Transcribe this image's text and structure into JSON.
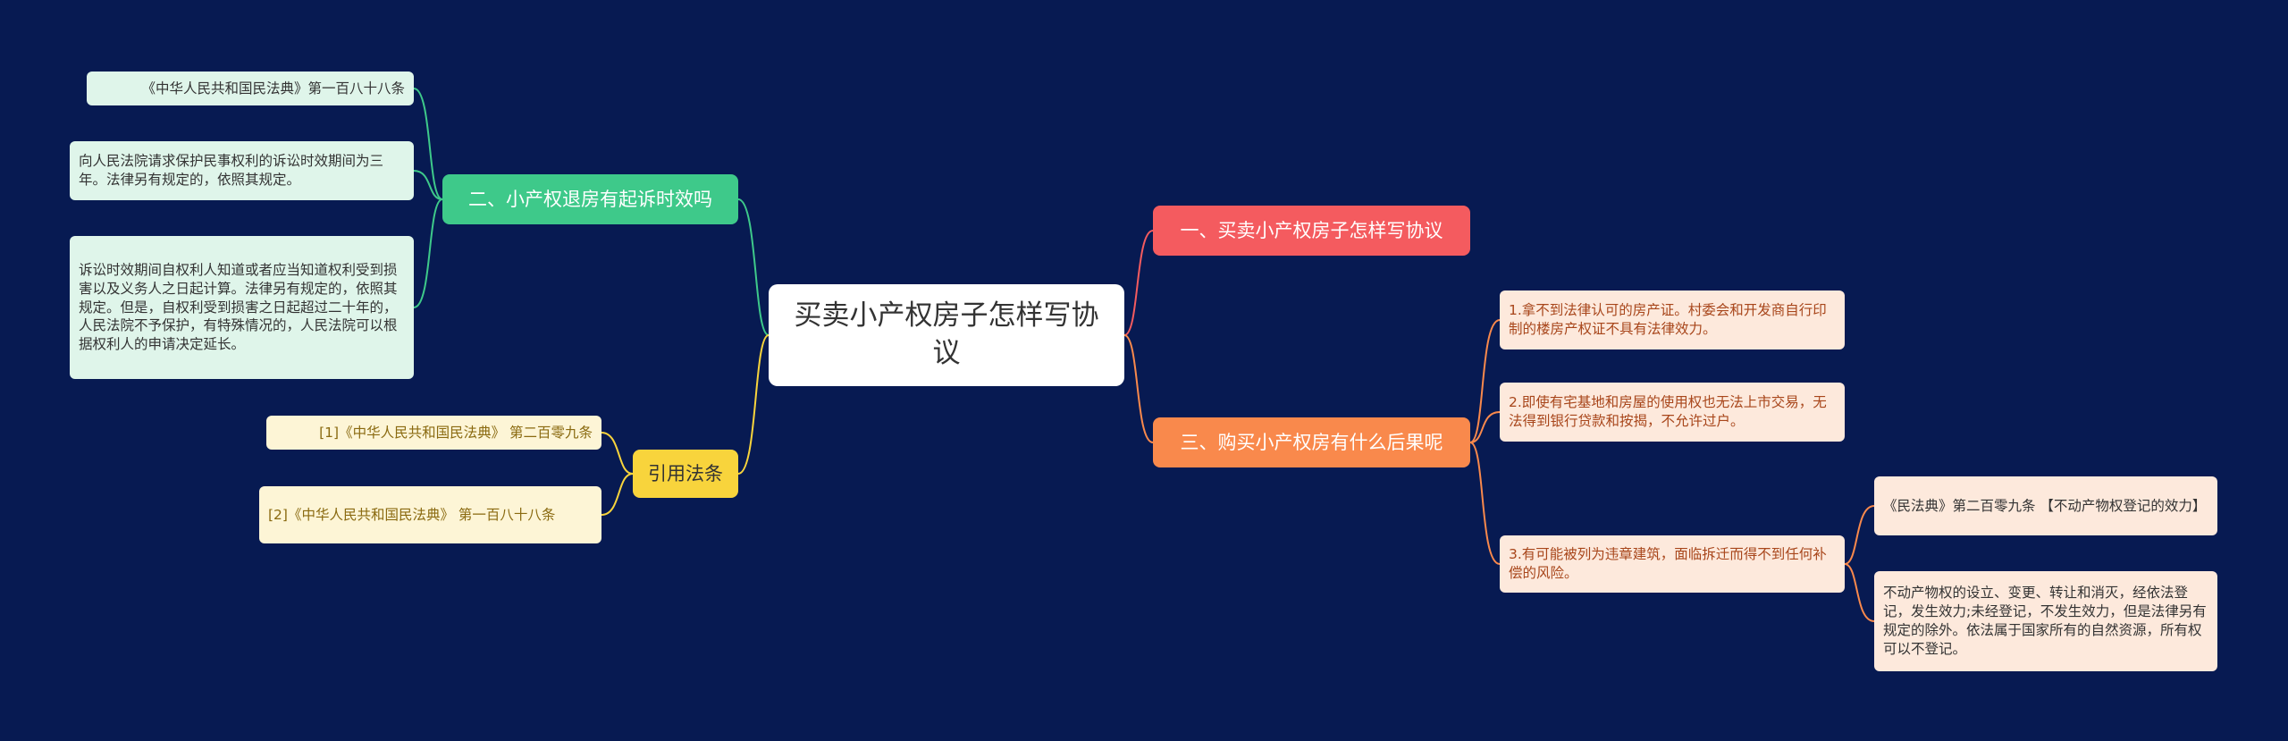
{
  "root": {
    "label": "买卖小产权房子怎样写协议"
  },
  "branches": {
    "agreement": {
      "label": "一、买卖小产权房子怎样写协议"
    },
    "consequences": {
      "label": "三、购买小产权房有什么后果呢",
      "items": [
        "1.拿不到法律认可的房产证。村委会和开发商自行印制的楼房产权证不具有法律效力。",
        "2.即使有宅基地和房屋的使用权也无法上市交易，无法得到银行贷款和按揭，不允许过户。",
        "3.有可能被列为违章建筑，面临拆迁而得不到任何补偿的风险。"
      ],
      "sub_items": [
        "《民法典》第二百零九条 【不动产物权登记的效力】",
        "不动产物权的设立、变更、转让和消灭，经依法登记，发生效力;未经登记，不发生效力，但是法律另有规定的除外。依法属于国家所有的自然资源，所有权可以不登记。"
      ]
    },
    "limitation": {
      "label": "二、小产权退房有起诉时效吗",
      "items": [
        "《中华人民共和国民法典》第一百八十八条",
        "向人民法院请求保护民事权利的诉讼时效期间为三年。法律另有规定的，依照其规定。",
        "诉讼时效期间自权利人知道或者应当知道权利受到损害以及义务人之日起计算。法律另有规定的，依照其规定。但是，自权利受到损害之日起超过二十年的，人民法院不予保护，有特殊情况的，人民法院可以根据权利人的申请决定延长。"
      ]
    },
    "citations": {
      "label": "引用法条",
      "items": [
        "[1]《中华人民共和国民法典》 第二百零九条",
        "[2]《中华人民共和国民法典》 第一百八十八条"
      ]
    }
  },
  "colors": {
    "background": "#071a52",
    "root": "#ffffff",
    "agreement": "#f45b5f",
    "consequences": "#f9894c",
    "limitation": "#3ec98a",
    "citations": "#f8d43c"
  }
}
